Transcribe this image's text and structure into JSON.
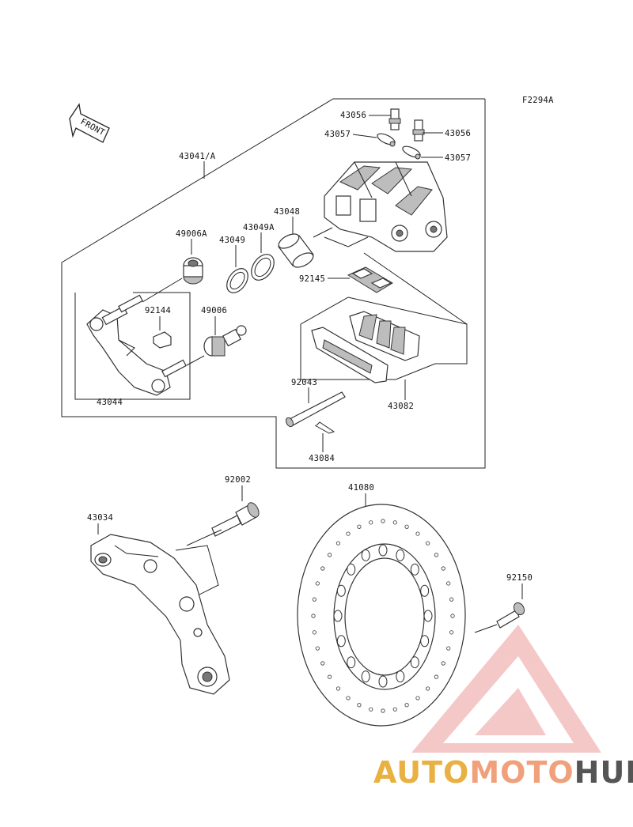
{
  "diagram_code": "F2294A",
  "front_label": "FRONT",
  "parts": {
    "p43041": "43041/A",
    "p43056a": "43056",
    "p43056b": "43056",
    "p43057a": "43057",
    "p43057b": "43057",
    "p43048": "43048",
    "p49006A": "49006A",
    "p43049A": "43049A",
    "p43049": "43049",
    "p92145": "92145",
    "p92144": "92144",
    "p49006": "49006",
    "p43044": "43044",
    "p92043": "92043",
    "p43082": "43082",
    "p43084": "43084",
    "p92002": "92002",
    "p41080": "41080",
    "p43034": "43034",
    "p92150": "92150"
  },
  "watermark": {
    "part1": "AUTO",
    "part2": "MOTO",
    "part3": "HUB",
    "color_primary": "#f2a07a",
    "color_accent": "#e9a23b",
    "color_dark": "#555555"
  }
}
